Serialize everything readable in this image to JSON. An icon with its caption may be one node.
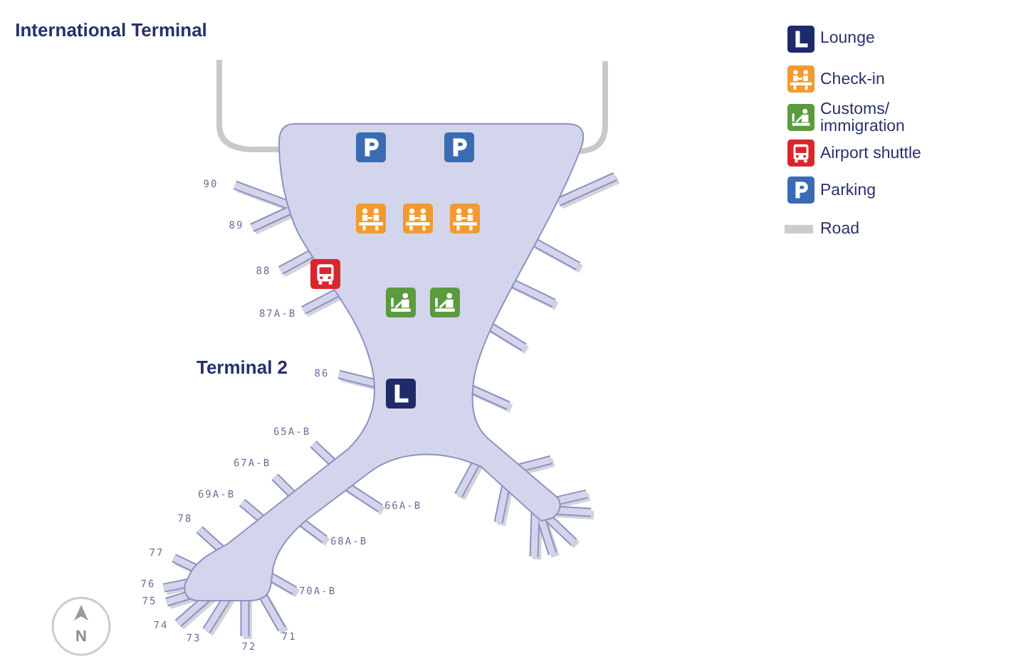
{
  "diagram": {
    "labels": [
      "International Terminal",
      "90",
      "89",
      "88",
      "87A-B",
      "Terminal 2",
      "86",
      "65A-B",
      "67A-B",
      "66A-B",
      "69A-B",
      "68A-B",
      "78",
      "77",
      "76",
      "70A-B",
      "75",
      "74",
      "73",
      "72",
      "71",
      "N"
    ],
    "legend": [
      {
        "text": "Lounge"
      },
      {
        "text": "Check-in"
      },
      {
        "text": "Customs/ immigration"
      },
      {
        "text": "Airport shuttle"
      },
      {
        "text": "Parking"
      },
      {
        "text": "Road",
        "color": "#cccccc"
      }
    ]
  }
}
